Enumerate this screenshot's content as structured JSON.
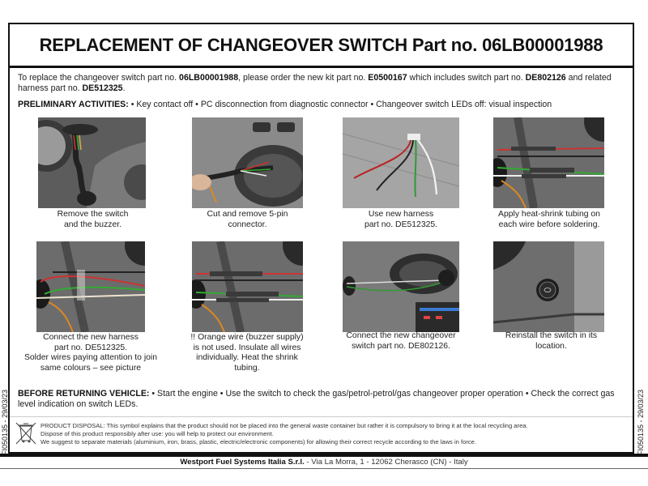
{
  "document": {
    "title": "REPLACEMENT OF CHANGEOVER SWITCH Part no. 06LB00001988",
    "intro": {
      "t1": "To replace the changeover switch part no. ",
      "b1": "06LB00001988",
      "t2": ", please order the new kit part no. ",
      "b2": "E0500167",
      "t3": " which includes switch part no. ",
      "b3": "DE802126",
      "t4": " and related harness part no. ",
      "b4": "DE512325",
      "t5": "."
    },
    "preliminary": {
      "label": "PRELIMINARY ACTIVITIES:",
      "text": " • Key contact off • PC disconnection from diagnostic connector • Changeover switch LEDs off: visual inspection"
    },
    "steps": [
      {
        "caption_lines": [
          "Remove the switch",
          "and the buzzer."
        ],
        "photo": "switch-and-buzzer-removal-photo"
      },
      {
        "caption_lines": [
          "Cut and remove 5-pin",
          "connector."
        ],
        "photo": "cut-connector-photo"
      },
      {
        "caption_lines": [
          "Use new harness",
          "part no. DE512325."
        ],
        "photo": "new-harness-photo"
      },
      {
        "caption_lines": [
          "Apply heat-shrink tubing on",
          "each wire before soldering."
        ],
        "photo": "heat-shrink-tubing-photo"
      },
      {
        "caption_lines": [
          "Connect the new harness",
          "part no. DE512325.",
          "Solder wires paying attention to join",
          "same colours – see picture"
        ],
        "photo": "soldered-wires-photo"
      },
      {
        "caption_lines": [
          "!! Orange wire (buzzer supply)",
          "is not used. Insulate all wires",
          "individually. Heat the shrink",
          "tubing."
        ],
        "photo": "insulated-wires-photo"
      },
      {
        "caption_lines": [
          "Connect the new changeover",
          "switch part no. DE802126."
        ],
        "photo": "connect-switch-photo"
      },
      {
        "caption_lines": [
          "Reinstall the switch in its",
          "location."
        ],
        "photo": "reinstalled-switch-photo"
      }
    ],
    "before_returning": {
      "label": "BEFORE RETURNING VEHICLE:",
      "text": " • Start the engine • Use the switch to check the gas/petrol-petrol/gas changeover proper operation • Check the correct gas level indication on switch LEDs."
    },
    "disposal": {
      "line1": "PRODUCT DISPOSAL: This symbol explains that the product should not be placed into the general waste container but rather it is compulsory to bring it at the local recycling area.",
      "line2": "Dispose of this product responsibly after use: you will help to protect our environment.",
      "line3": "We suggest to separate materials (aluminium, iron, brass, plastic, electric/electronic components) for allowing their correct recycle according to the laws in force.",
      "icon": "weee-crossed-bin-icon"
    },
    "footer": {
      "company": "Westport Fuel Systems Italia S.r.l.",
      "address": " - Via La Morra, 1 - 12062 Cherasco (CN) - Italy"
    },
    "doc_code": "FI050135 - 29/03/23"
  }
}
